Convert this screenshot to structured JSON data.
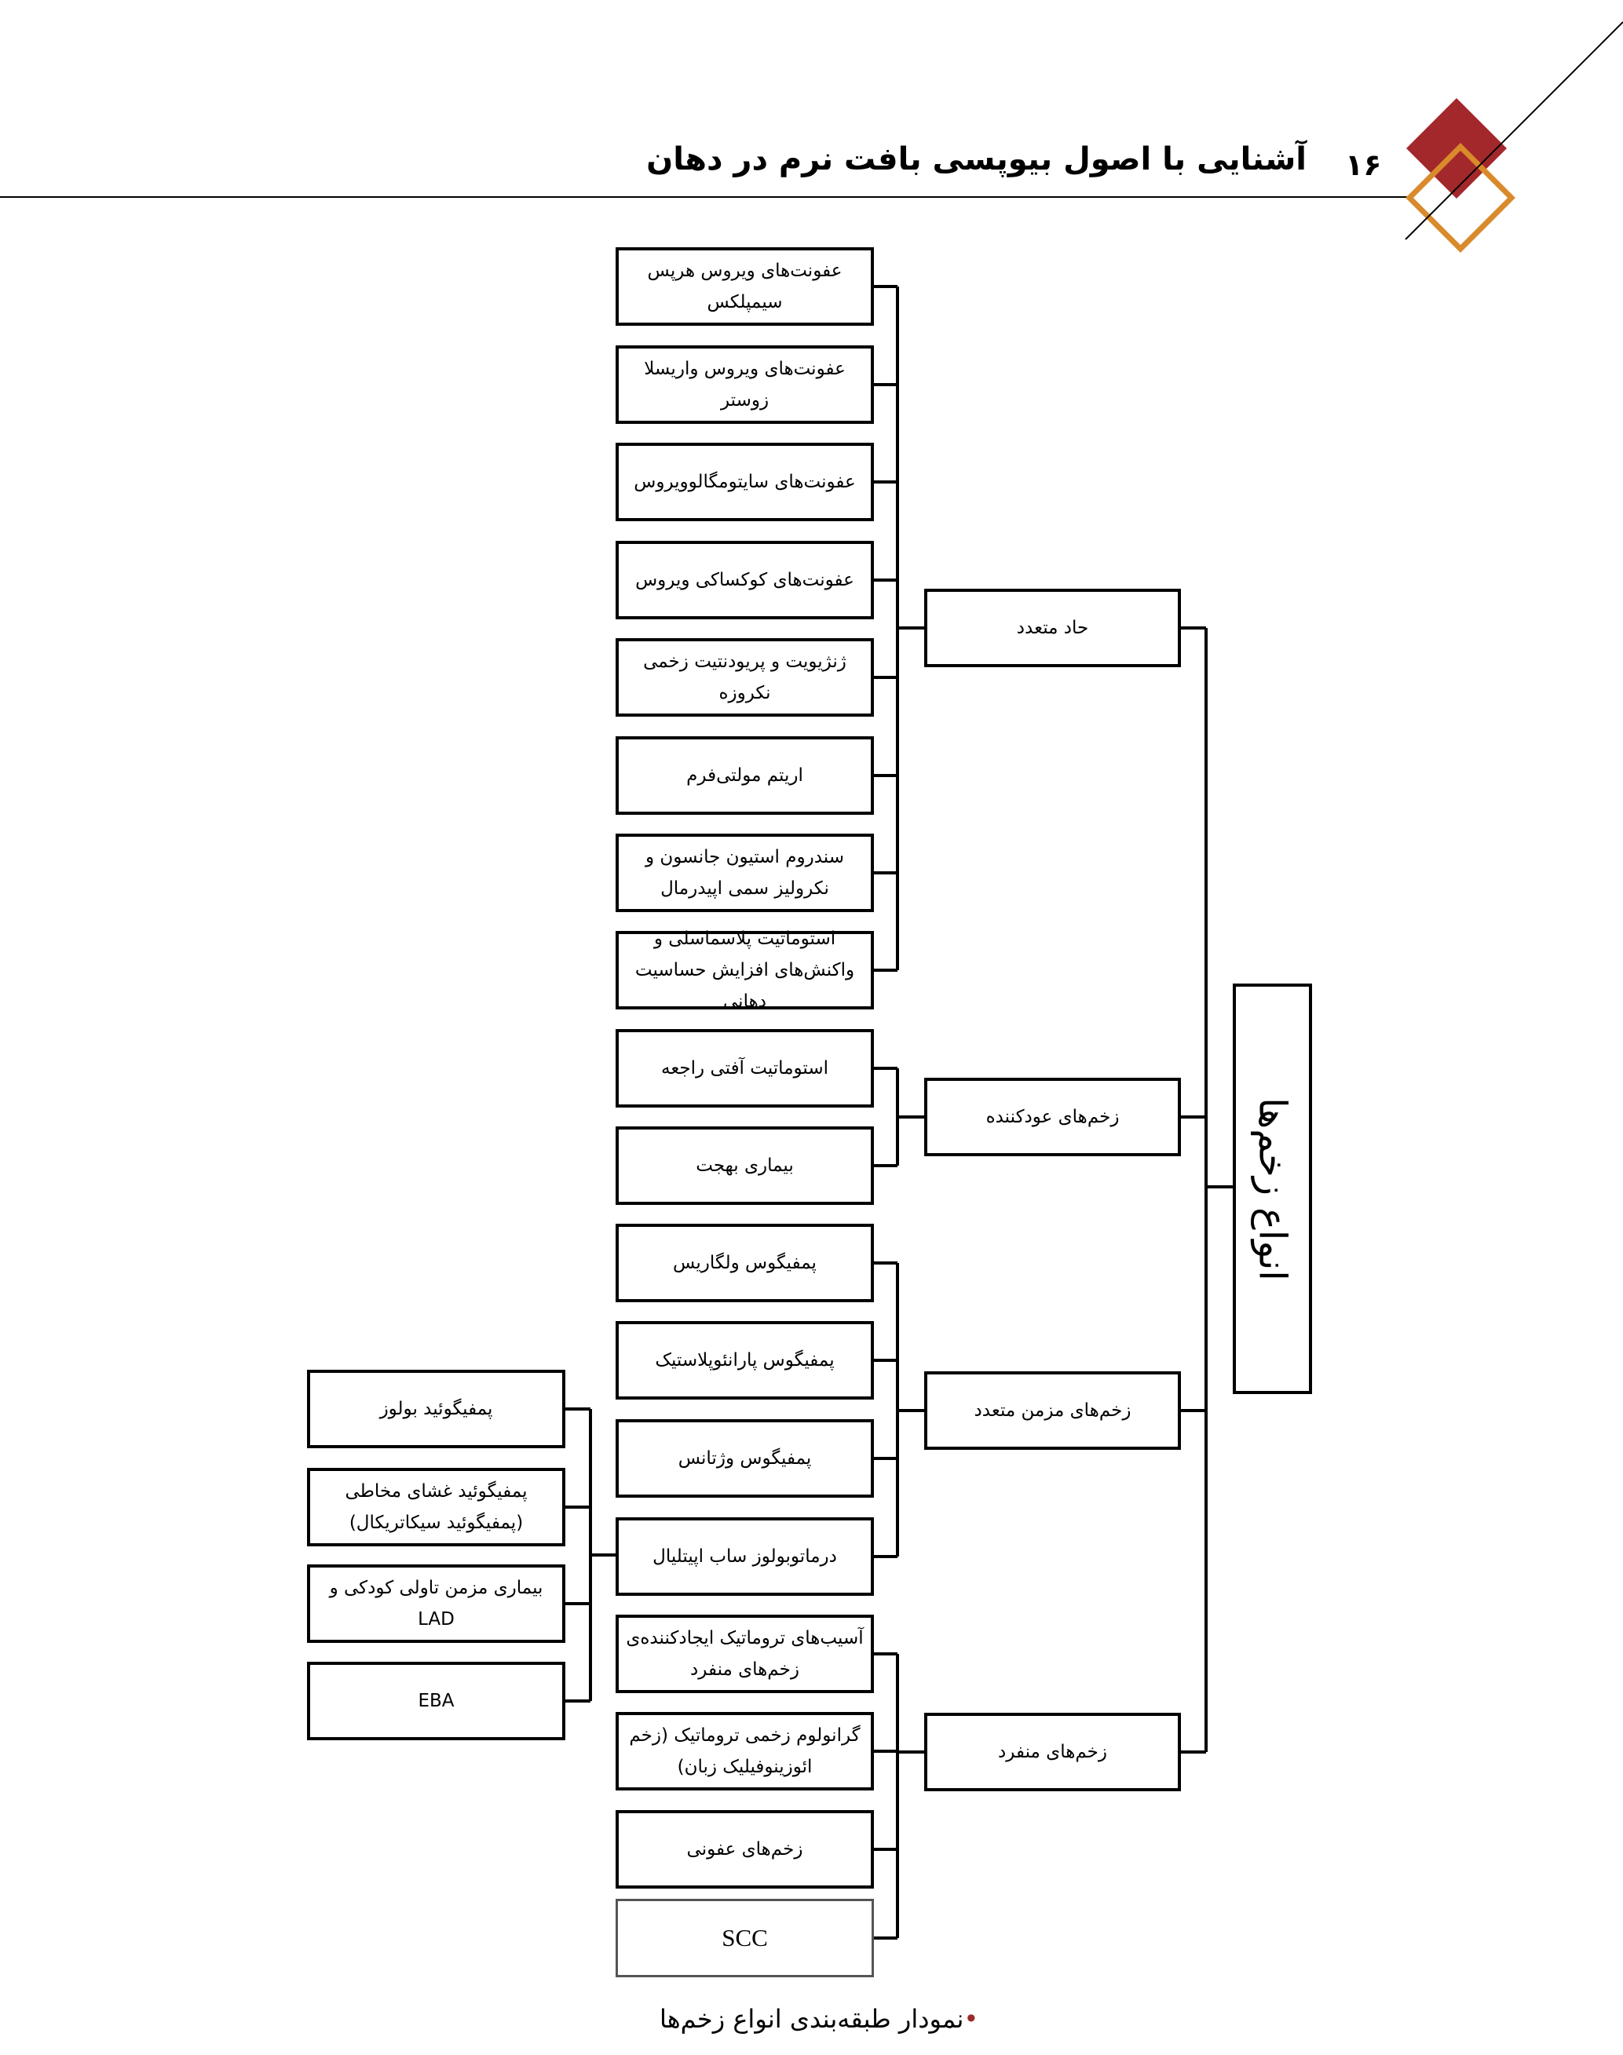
{
  "header": {
    "title": "آشنایی با اصول بیوپسی بافت نرم در دهان",
    "page_number": "۱۶",
    "decoration_colors": {
      "filled_diamond": "#a3282b",
      "outline_diamond": "#d98a2b",
      "rule": "#000000"
    }
  },
  "diagram": {
    "root": "انواع زخم‌ها",
    "categories": [
      {
        "label": "حاد متعدد",
        "children": [
          "عفونت‌های ویروس هرپس سیمپلکس",
          "عفونت‌های ویروس واریسلا زوستر",
          "عفونت‌های سایتومگالوویروس",
          "عفونت‌های کوکساکی ویروس",
          "ژنژیویت و پریودنتیت زخمی نکروزه",
          "اریتم مولتی‌فرم",
          "سندروم استیون جانسون و نکرولیز سمی اپیدرمال",
          "استوماتیت پلاسماسلی و واکنش‌های افزایش حساسیت دهانی"
        ]
      },
      {
        "label": "زخم‌های عودکننده",
        "children": [
          "استوماتیت آفتی راجعه",
          "بیماری بهجت"
        ]
      },
      {
        "label": "زخم‌های مزمن متعدد",
        "children": [
          "پمفیگوس ولگاریس",
          "پمفیگوس پارانئوپلاستیک",
          "پمفیگوس وژتانس",
          "درماتوبولوز ساب اپیتلیال"
        ]
      },
      {
        "label": "زخم‌های منفرد",
        "children": [
          "آسیب‌های تروماتیک ایجادکننده‌ی زخم‌های منفرد",
          "گرانولوم زخمی تروماتیک (زخم ائوزینوفیلیک زبان)",
          "زخم‌های عفونی",
          "SCC"
        ]
      }
    ],
    "subepithelial_children": [
      "پمفیگوئید بولوز",
      "پمفیگوئید غشای مخاطی (پمفیگوئید سیکاتریکال)",
      "بیماری مزمن تاولی کودکی و LAD",
      "EBA"
    ]
  },
  "caption": {
    "bullet": "•",
    "text": "نمودار طبقه‌بندی انواع زخم‌ها",
    "bullet_color": "#9c2a2a"
  }
}
